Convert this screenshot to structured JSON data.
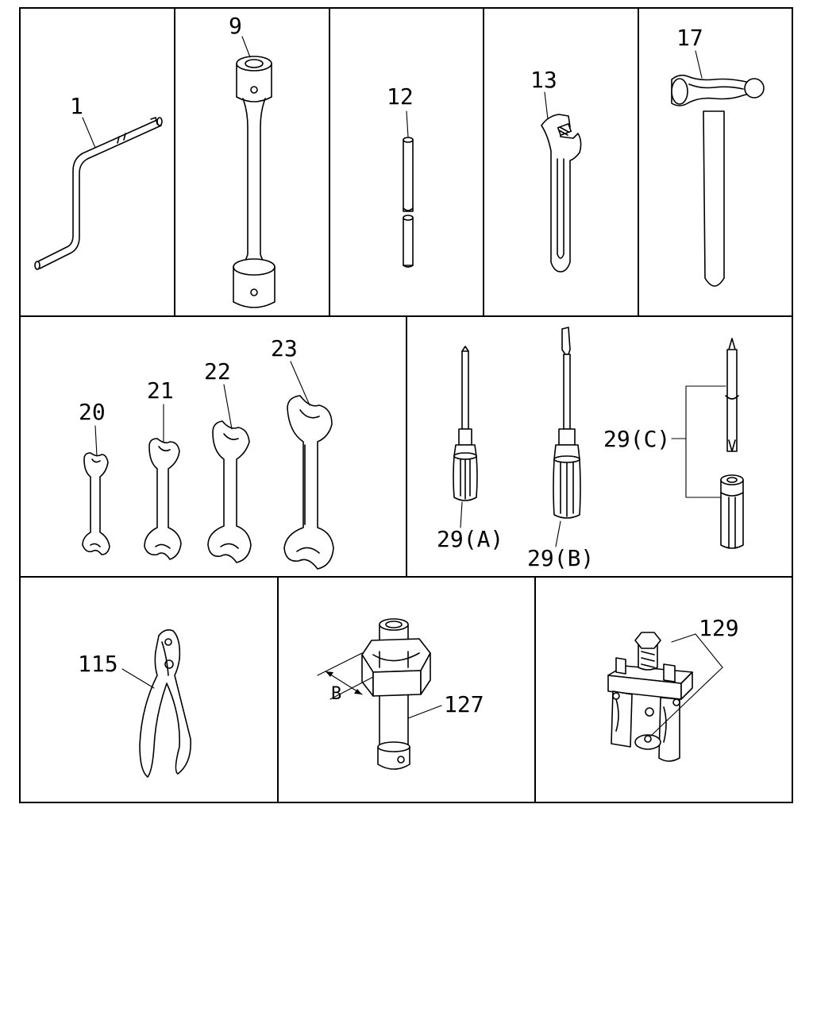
{
  "labels": {
    "p1": "1",
    "p9": "9",
    "p12": "12",
    "p13": "13",
    "p17": "17",
    "p20": "20",
    "p21": "21",
    "p22": "22",
    "p23": "23",
    "p29a": "29(A)",
    "p29b": "29(B)",
    "p29c": "29(C)",
    "p115": "115",
    "p127": "127",
    "p129": "129",
    "dim_b": "B"
  }
}
